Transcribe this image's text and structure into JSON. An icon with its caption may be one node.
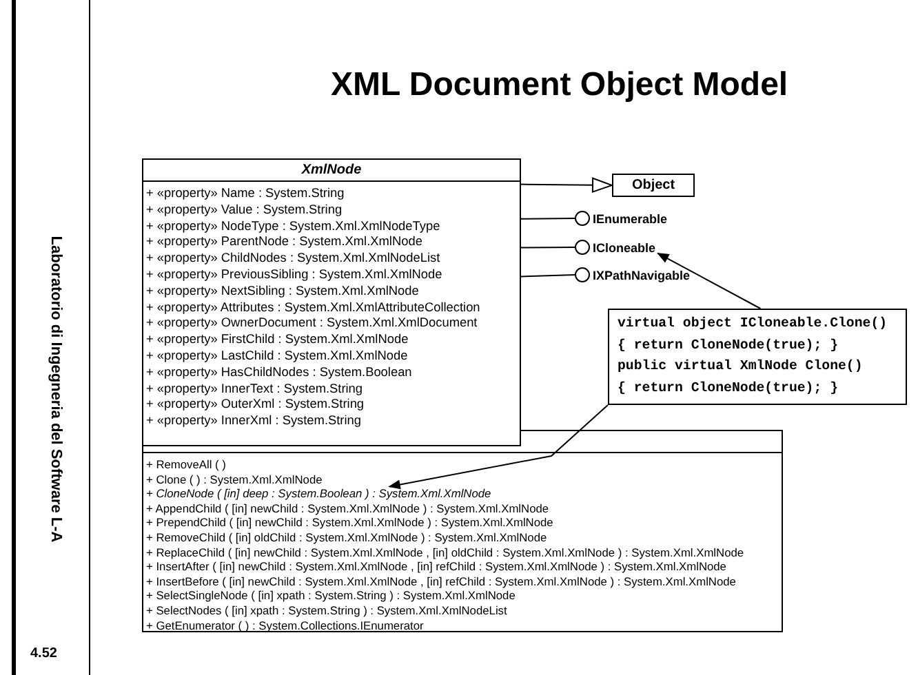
{
  "diagram": {
    "title": "XML Document Object Model",
    "nodes": [
      {
        "text": [
          "XmlNode",
          "+ «property» Name : System.String",
          "+ «property» Value : System.String",
          "+ «property» NodeType : System.Xml.XmlNodeType",
          "+ «property» ParentNode : System.Xml.XmlNode",
          "+ «property» ChildNodes : System.Xml.XmlNodeList",
          "+ «property» PreviousSibling : System.Xml.XmlNode",
          "+ «property» NextSibling : System.Xml.XmlNode",
          "+ «property» Attributes : System.Xml.XmlAttributeCollection",
          "+ «property» OwnerDocument : System.Xml.XmlDocument",
          "+ «property» FirstChild : System.Xml.XmlNode",
          "+ «property» LastChild : System.Xml.XmlNode",
          "+ «property» HasChildNodes : System.Boolean",
          "+ «property» InnerText : System.String",
          "+ «property» OuterXml : System.String",
          "+ «property» InnerXml : System.String"
        ]
      },
      {
        "text": [
          "+ RemoveAll ( )",
          "+ Clone ( ) : System.Xml.XmlNode",
          "+ CloneNode ( [in] deep : System.Boolean ) : System.Xml.XmlNode",
          "+ AppendChild ( [in] newChild : System.Xml.XmlNode ) : System.Xml.XmlNode",
          "+ PrependChild ( [in] newChild : System.Xml.XmlNode ) : System.Xml.XmlNode",
          "+ RemoveChild ( [in] oldChild : System.Xml.XmlNode ) : System.Xml.XmlNode",
          "+ ReplaceChild ( [in] newChild : System.Xml.XmlNode , [in] oldChild : System.Xml.XmlNode ) : System.Xml.XmlNode",
          "+ InsertAfter ( [in] newChild : System.Xml.XmlNode , [in] refChild : System.Xml.XmlNode ) : System.Xml.XmlNode",
          "+ InsertBefore ( [in] newChild : System.Xml.XmlNode , [in] refChild : System.Xml.XmlNode ) : System.Xml.XmlNode",
          "+ SelectSingleNode ( [in] xpath : System.String ) : System.Xml.XmlNode",
          "+ SelectNodes ( [in] xpath : System.String ) : System.Xml.XmlNodeList",
          "+ GetEnumerator ( ) : System.Collections.IEnumerator"
        ]
      },
      {
        "text": [
          "Object"
        ]
      },
      {
        "text": [
          "IEnumerable"
        ]
      },
      {
        "text": [
          "ICloneable"
        ]
      },
      {
        "text": [
          "IXPathNavigable"
        ]
      },
      {
        "text": [
          "virtual object ICloneable.Clone()",
          "{ return CloneNode(true); }",
          "public virtual XmlNode Clone()",
          "{ return CloneNode(true); }"
        ]
      }
    ],
    "edges": [
      {
        "from": 0,
        "to": 2,
        "arrow": "to"
      },
      {
        "from": 0,
        "to": 3,
        "arrow": "none"
      },
      {
        "from": 0,
        "to": 4,
        "arrow": "none"
      },
      {
        "from": 0,
        "to": 5,
        "arrow": "none"
      },
      {
        "from": 6,
        "to": 4,
        "arrow": "to"
      },
      {
        "from": 6,
        "to": 1,
        "arrow": "to"
      }
    ],
    "labels": [
      "Laboratorio di Ingegneria del Software L-A",
      "4.52"
    ]
  }
}
